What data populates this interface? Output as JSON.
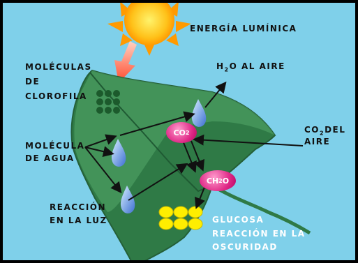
{
  "labels": {
    "energia": "ENERGÍA LUMÍNICA",
    "h2o_aire": "AL AIRE",
    "clorofila_1": "MOLÉCULAS",
    "clorofila_2": "DE",
    "clorofila_3": "CLOROFILA",
    "agua_1": "MOLÉCULA",
    "agua_2": "DE AGUA",
    "co2_del_1": "DEL",
    "co2_del_2": "AIRE",
    "reaccion_luz_1": "REACCIÓN",
    "reaccion_luz_2": "EN LA LUZ",
    "glucosa": "GLUCOSA",
    "oscuridad_1": "REACCIÓN EN LA",
    "oscuridad_2": "OSCURIDAD"
  },
  "formulas": {
    "h2o": {
      "base": "H",
      "sub": "2",
      "tail": "O"
    },
    "co2": {
      "base": "CO",
      "sub": "2"
    },
    "ch2o": {
      "base": "CH",
      "sub": "2",
      "tail": "O"
    }
  },
  "colors": {
    "sky": "#7fd0ea",
    "leaf_dark": "#2f7a46",
    "leaf_light": "#53a86a",
    "sun": "#ffc21a",
    "arrow_light": "#ff5a3c",
    "molecule": "#e02987",
    "glucose": "#ffee00",
    "water": "#5a8ce0"
  }
}
